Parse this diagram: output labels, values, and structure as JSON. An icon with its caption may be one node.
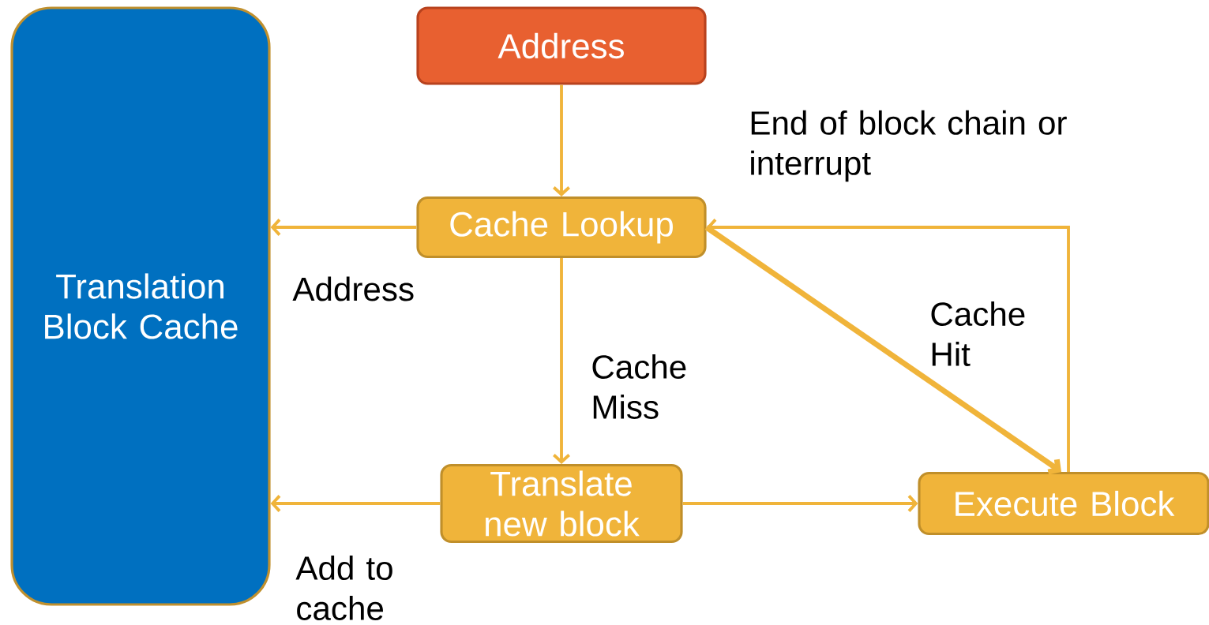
{
  "diagram": {
    "nodes": [
      {
        "text": [
          "Translation Block Cache"
        ]
      },
      {
        "text": [
          "Address"
        ]
      },
      {
        "text": [
          "Cache Lookup"
        ]
      },
      {
        "text": [
          "Translate new block"
        ]
      },
      {
        "text": [
          "Execute Block"
        ]
      }
    ],
    "edges": [
      {
        "from": 1,
        "to": 2,
        "arrow": "to"
      },
      {
        "from": 2,
        "to": 0,
        "arrow": "to",
        "label": "Address"
      },
      {
        "from": 2,
        "to": 3,
        "arrow": "to",
        "label": "Cache Miss"
      },
      {
        "from": 3,
        "to": 0,
        "arrow": "to",
        "label": "Add to cache"
      },
      {
        "from": 3,
        "to": 4,
        "arrow": "to"
      },
      {
        "from": 2,
        "to": 4,
        "arrow": "to",
        "label": "Cache Hit",
        "style": "thick"
      },
      {
        "from": 4,
        "to": 2,
        "arrow": "to",
        "label": "End of block chain or interrupt"
      }
    ]
  }
}
